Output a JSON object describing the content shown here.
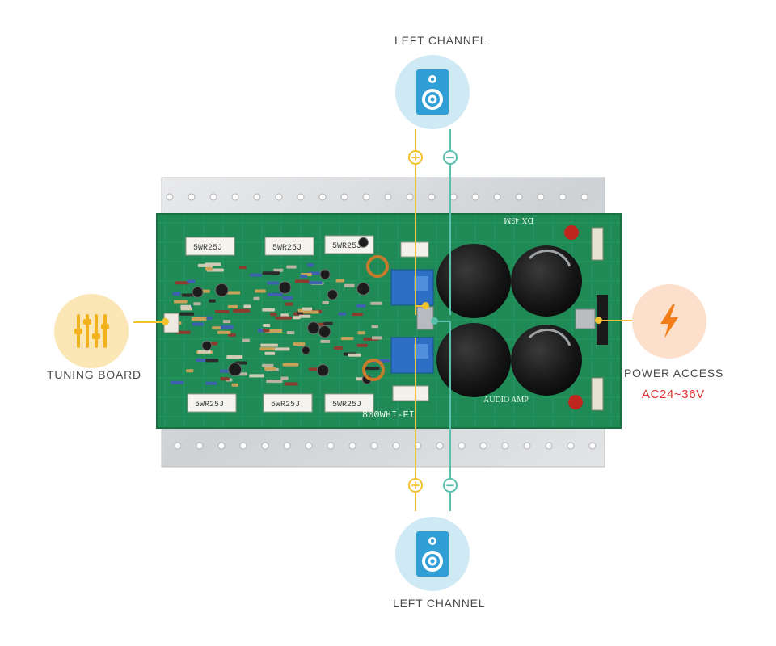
{
  "labels": {
    "left_channel_top": "LEFT CHANNEL",
    "left_channel_bottom": "LEFT CHANNEL",
    "tuning_board": "TUNING BOARD",
    "power_access": "POWER ACCESS",
    "power_voltage": "AC24~36V"
  },
  "board": {
    "model_text": "800WHI-FI",
    "resistor_text": "5WR25J",
    "brand_text": "AUDIO AMP",
    "part_text": "DX-45M"
  },
  "signs": {
    "plus": "+",
    "minus": "−"
  },
  "colors": {
    "speaker_circle": "#cfe9f5",
    "speaker_icon": "#2f9fd6",
    "tuning_circle": "#fbe7b6",
    "tuning_icon": "#f2b21f",
    "power_circle": "#fde0cc",
    "power_icon": "#f07c1a",
    "positive_wire": "#f2c230",
    "negative_wire": "#5bbfae",
    "pcb_green": "#1f8a55",
    "heatsink": "#d6d8da",
    "voltage_text": "#e0302c"
  },
  "icons": [
    "speaker-icon",
    "tuning-sliders-icon",
    "lightning-bolt-icon"
  ]
}
